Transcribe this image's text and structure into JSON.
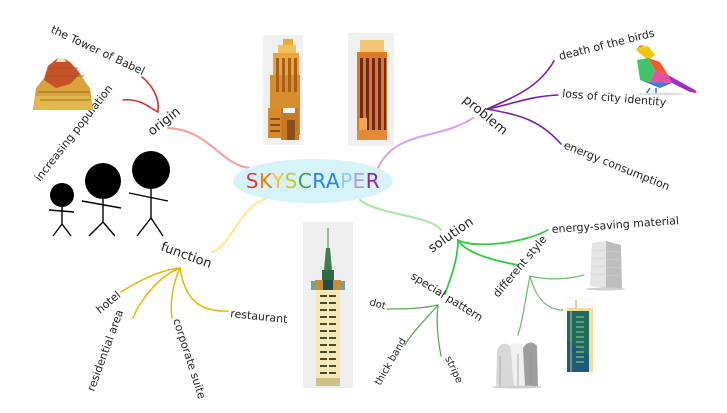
{
  "title": {
    "text": "SKYSCRAPER",
    "letters": [
      "S",
      "K",
      "Y",
      "S",
      "C",
      "R",
      "A",
      "P",
      "E",
      "R"
    ],
    "letter_colors": [
      "#e53935",
      "#f57c00",
      "#fbc02d",
      "#c0ca33",
      "#43a047",
      "#1e88e5",
      "#1e88e5",
      "#90caf9",
      "#b39ddb",
      "#8e24aa"
    ],
    "bubble_color": "#d6f3fa"
  },
  "branches": {
    "origin": {
      "label": "origin",
      "color": "#e57373",
      "child_color": "#d32f2f",
      "children": [
        "the Tower of Babel",
        "increasing population"
      ]
    },
    "problem": {
      "label": "problem",
      "color": "#ce93d8",
      "child_color": "#7b1fa2",
      "children": [
        "death of the birds",
        "loss of city identity",
        "energy consumption"
      ]
    },
    "function": {
      "label": "function",
      "color": "#fff176",
      "child_color": "#e6b800",
      "children": [
        "hotel",
        "residential area",
        "corporate suite",
        "restaurant"
      ]
    },
    "solution": {
      "label": "solution",
      "color": "#a5e8a5",
      "child_color": "#2ecc40",
      "children": [
        "energy-saving material",
        "different style",
        "special pattern"
      ],
      "special_pattern": {
        "label": "special pattern",
        "color": "#5aa85a",
        "children": [
          "dot",
          "thick band",
          "stripe"
        ]
      },
      "different_style": {
        "label": "different style",
        "color": "#6fbf6f"
      }
    }
  },
  "images": [
    "tower-of-babel-painting",
    "stick-figures-growing",
    "golden-skyscraper",
    "orange-skyscraper",
    "colorful-bird",
    "spire-skyscraper",
    "white-twin-tower",
    "green-glass-tower",
    "arched-white-building"
  ]
}
